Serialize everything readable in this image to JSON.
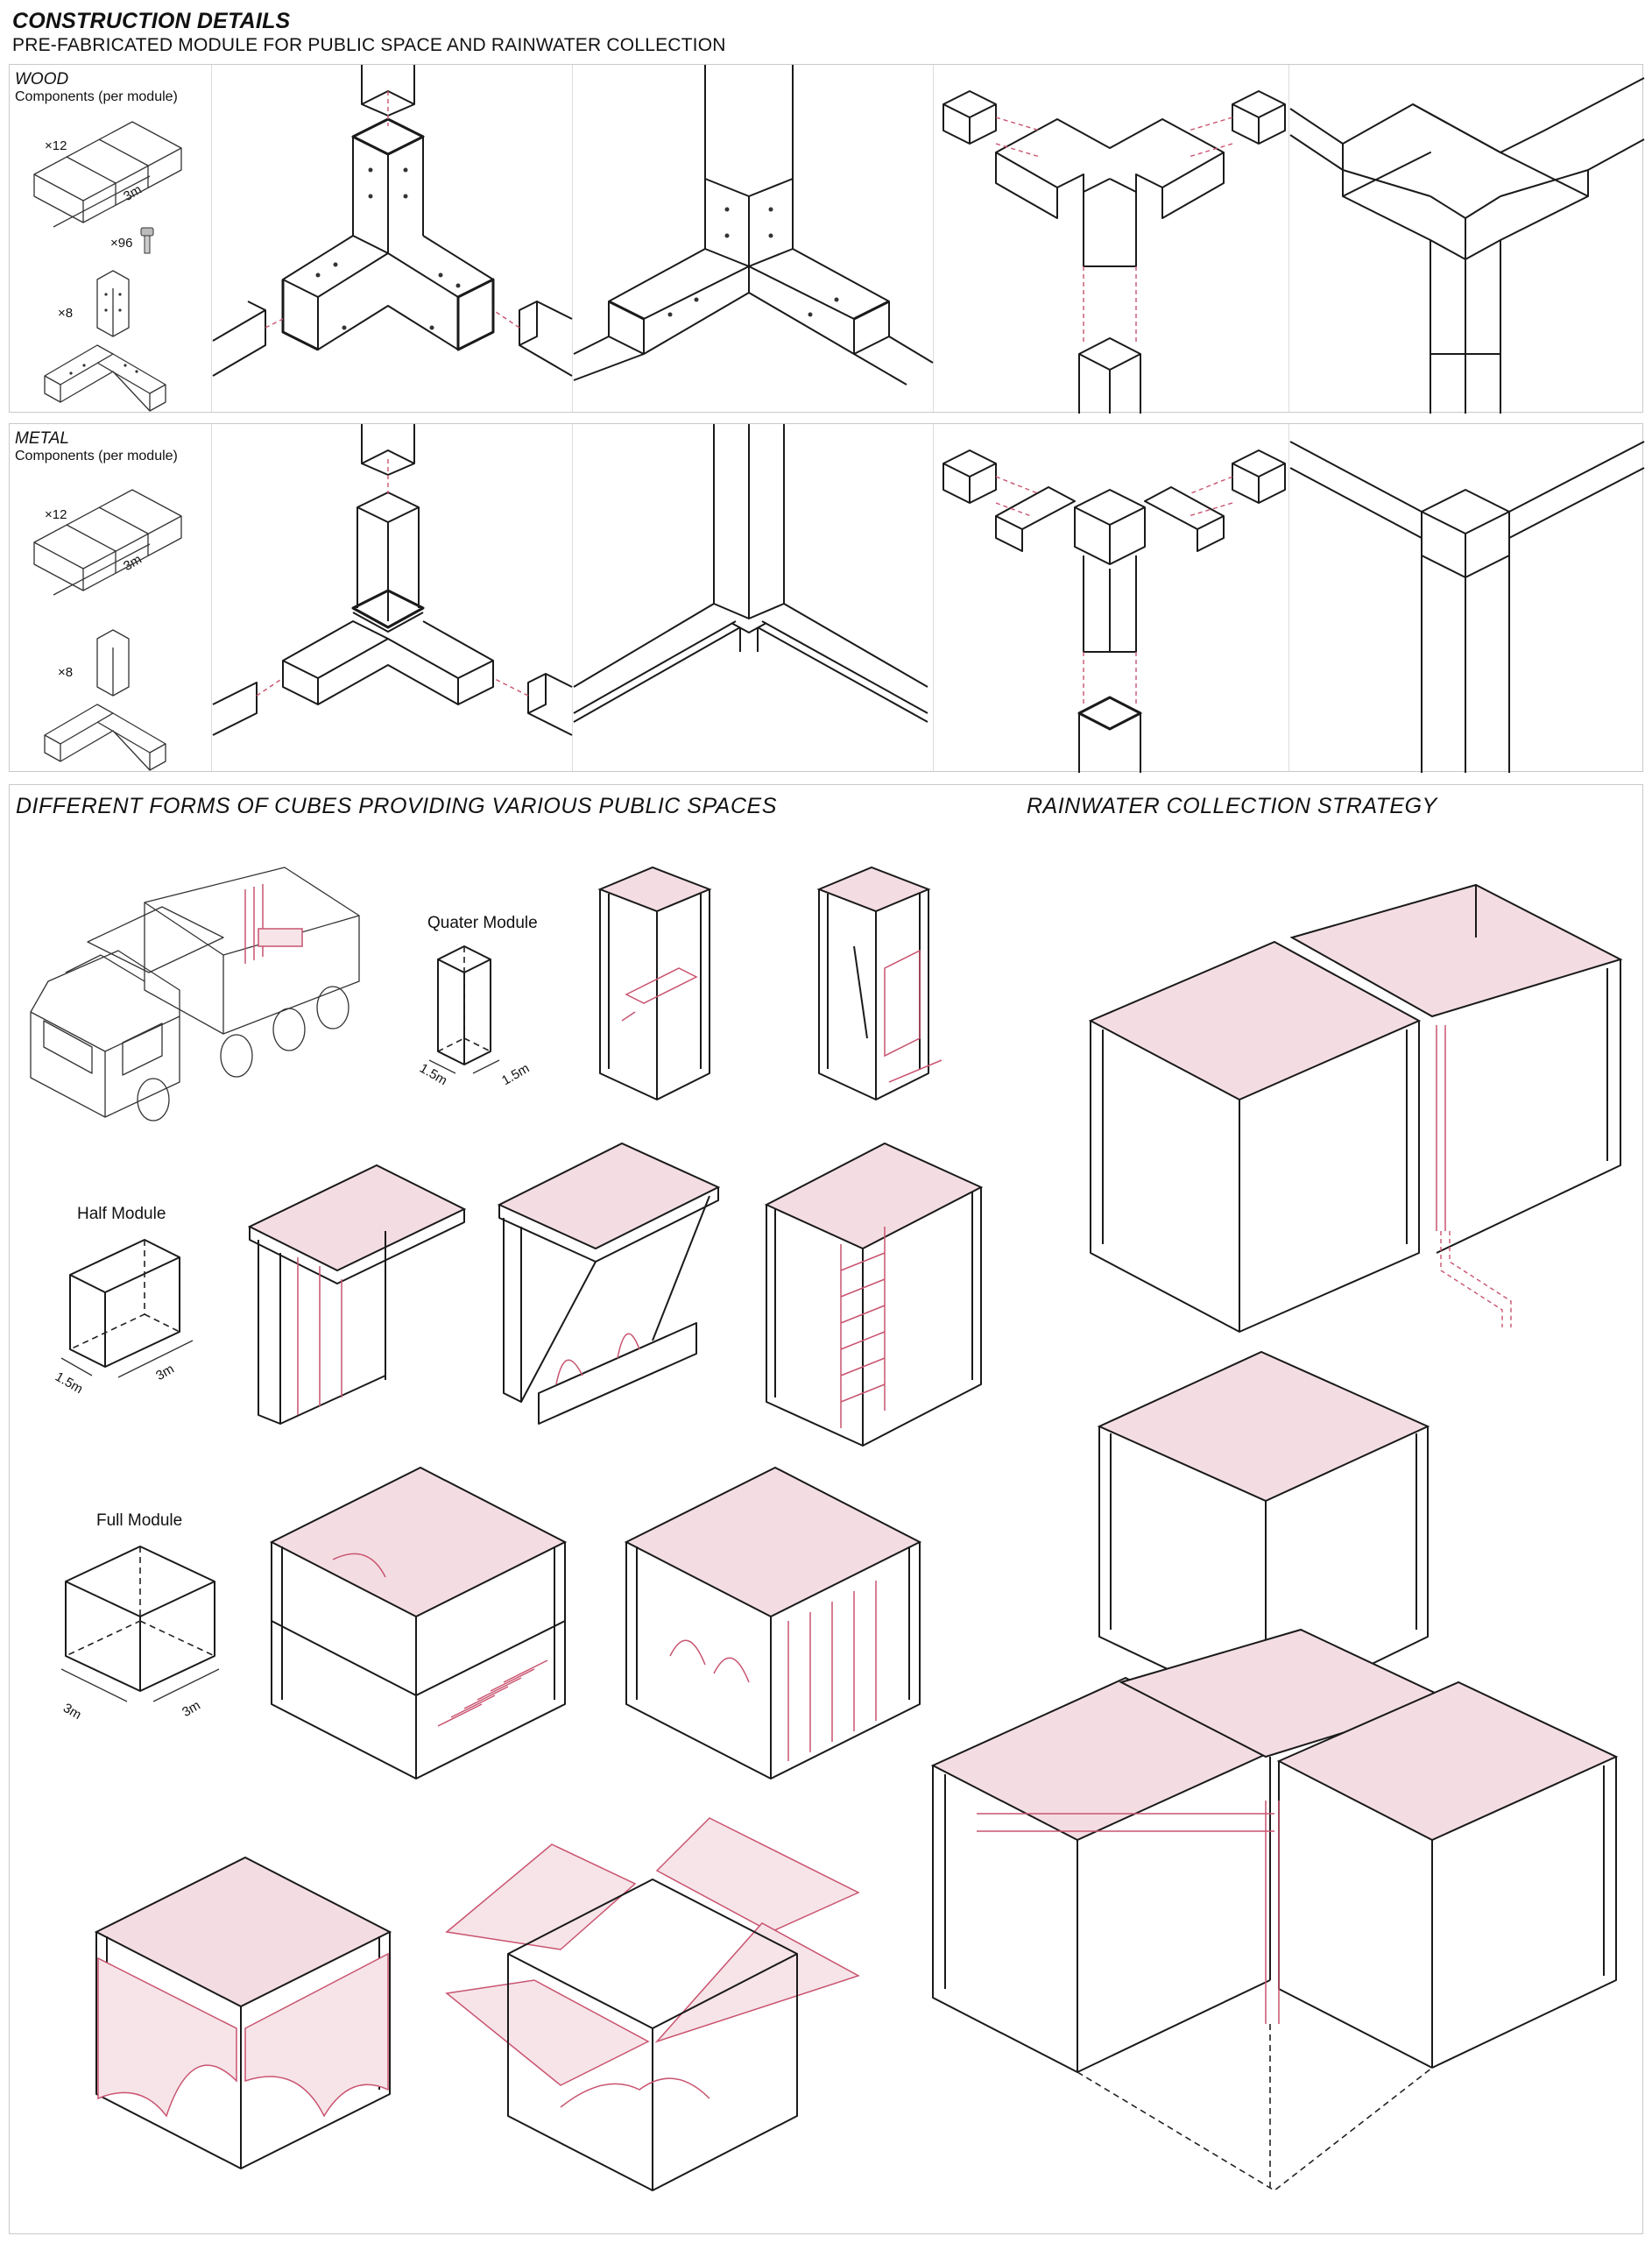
{
  "header": {
    "title": "CONSTRUCTION DETAILS",
    "subtitle": "PRE-FABRICATED MODULE FOR PUBLIC SPACE AND RAINWATER COLLECTION"
  },
  "wood_panel": {
    "material": "WOOD",
    "components_label": "Components (per module)",
    "beam_qty": "×12",
    "beam_length": "3m",
    "bolt_qty": "×96",
    "joint_qty": "×8"
  },
  "metal_panel": {
    "material": "METAL",
    "components_label": "Components (per module)",
    "beam_qty": "×12",
    "beam_length": "3m",
    "joint_qty": "×8"
  },
  "forms_section": {
    "heading": "DIFFERENT FORMS OF CUBES PROVIDING VARIOUS PUBLIC SPACES",
    "quarter_module": {
      "label": "Quater Module",
      "dim_a": "1.5m",
      "dim_b": "1.5m"
    },
    "half_module": {
      "label": "Half Module",
      "dim_a": "1.5m",
      "dim_b": "3m"
    },
    "full_module": {
      "label": "Full Module",
      "dim_a": "3m",
      "dim_b": "3m"
    }
  },
  "rainwater_section": {
    "heading": "RAINWATER COLLECTION STRATEGY"
  },
  "colors": {
    "accent_pink": "#f3dde3",
    "accent_line": "#c9546f",
    "panel_border": "#c9c9c9"
  }
}
